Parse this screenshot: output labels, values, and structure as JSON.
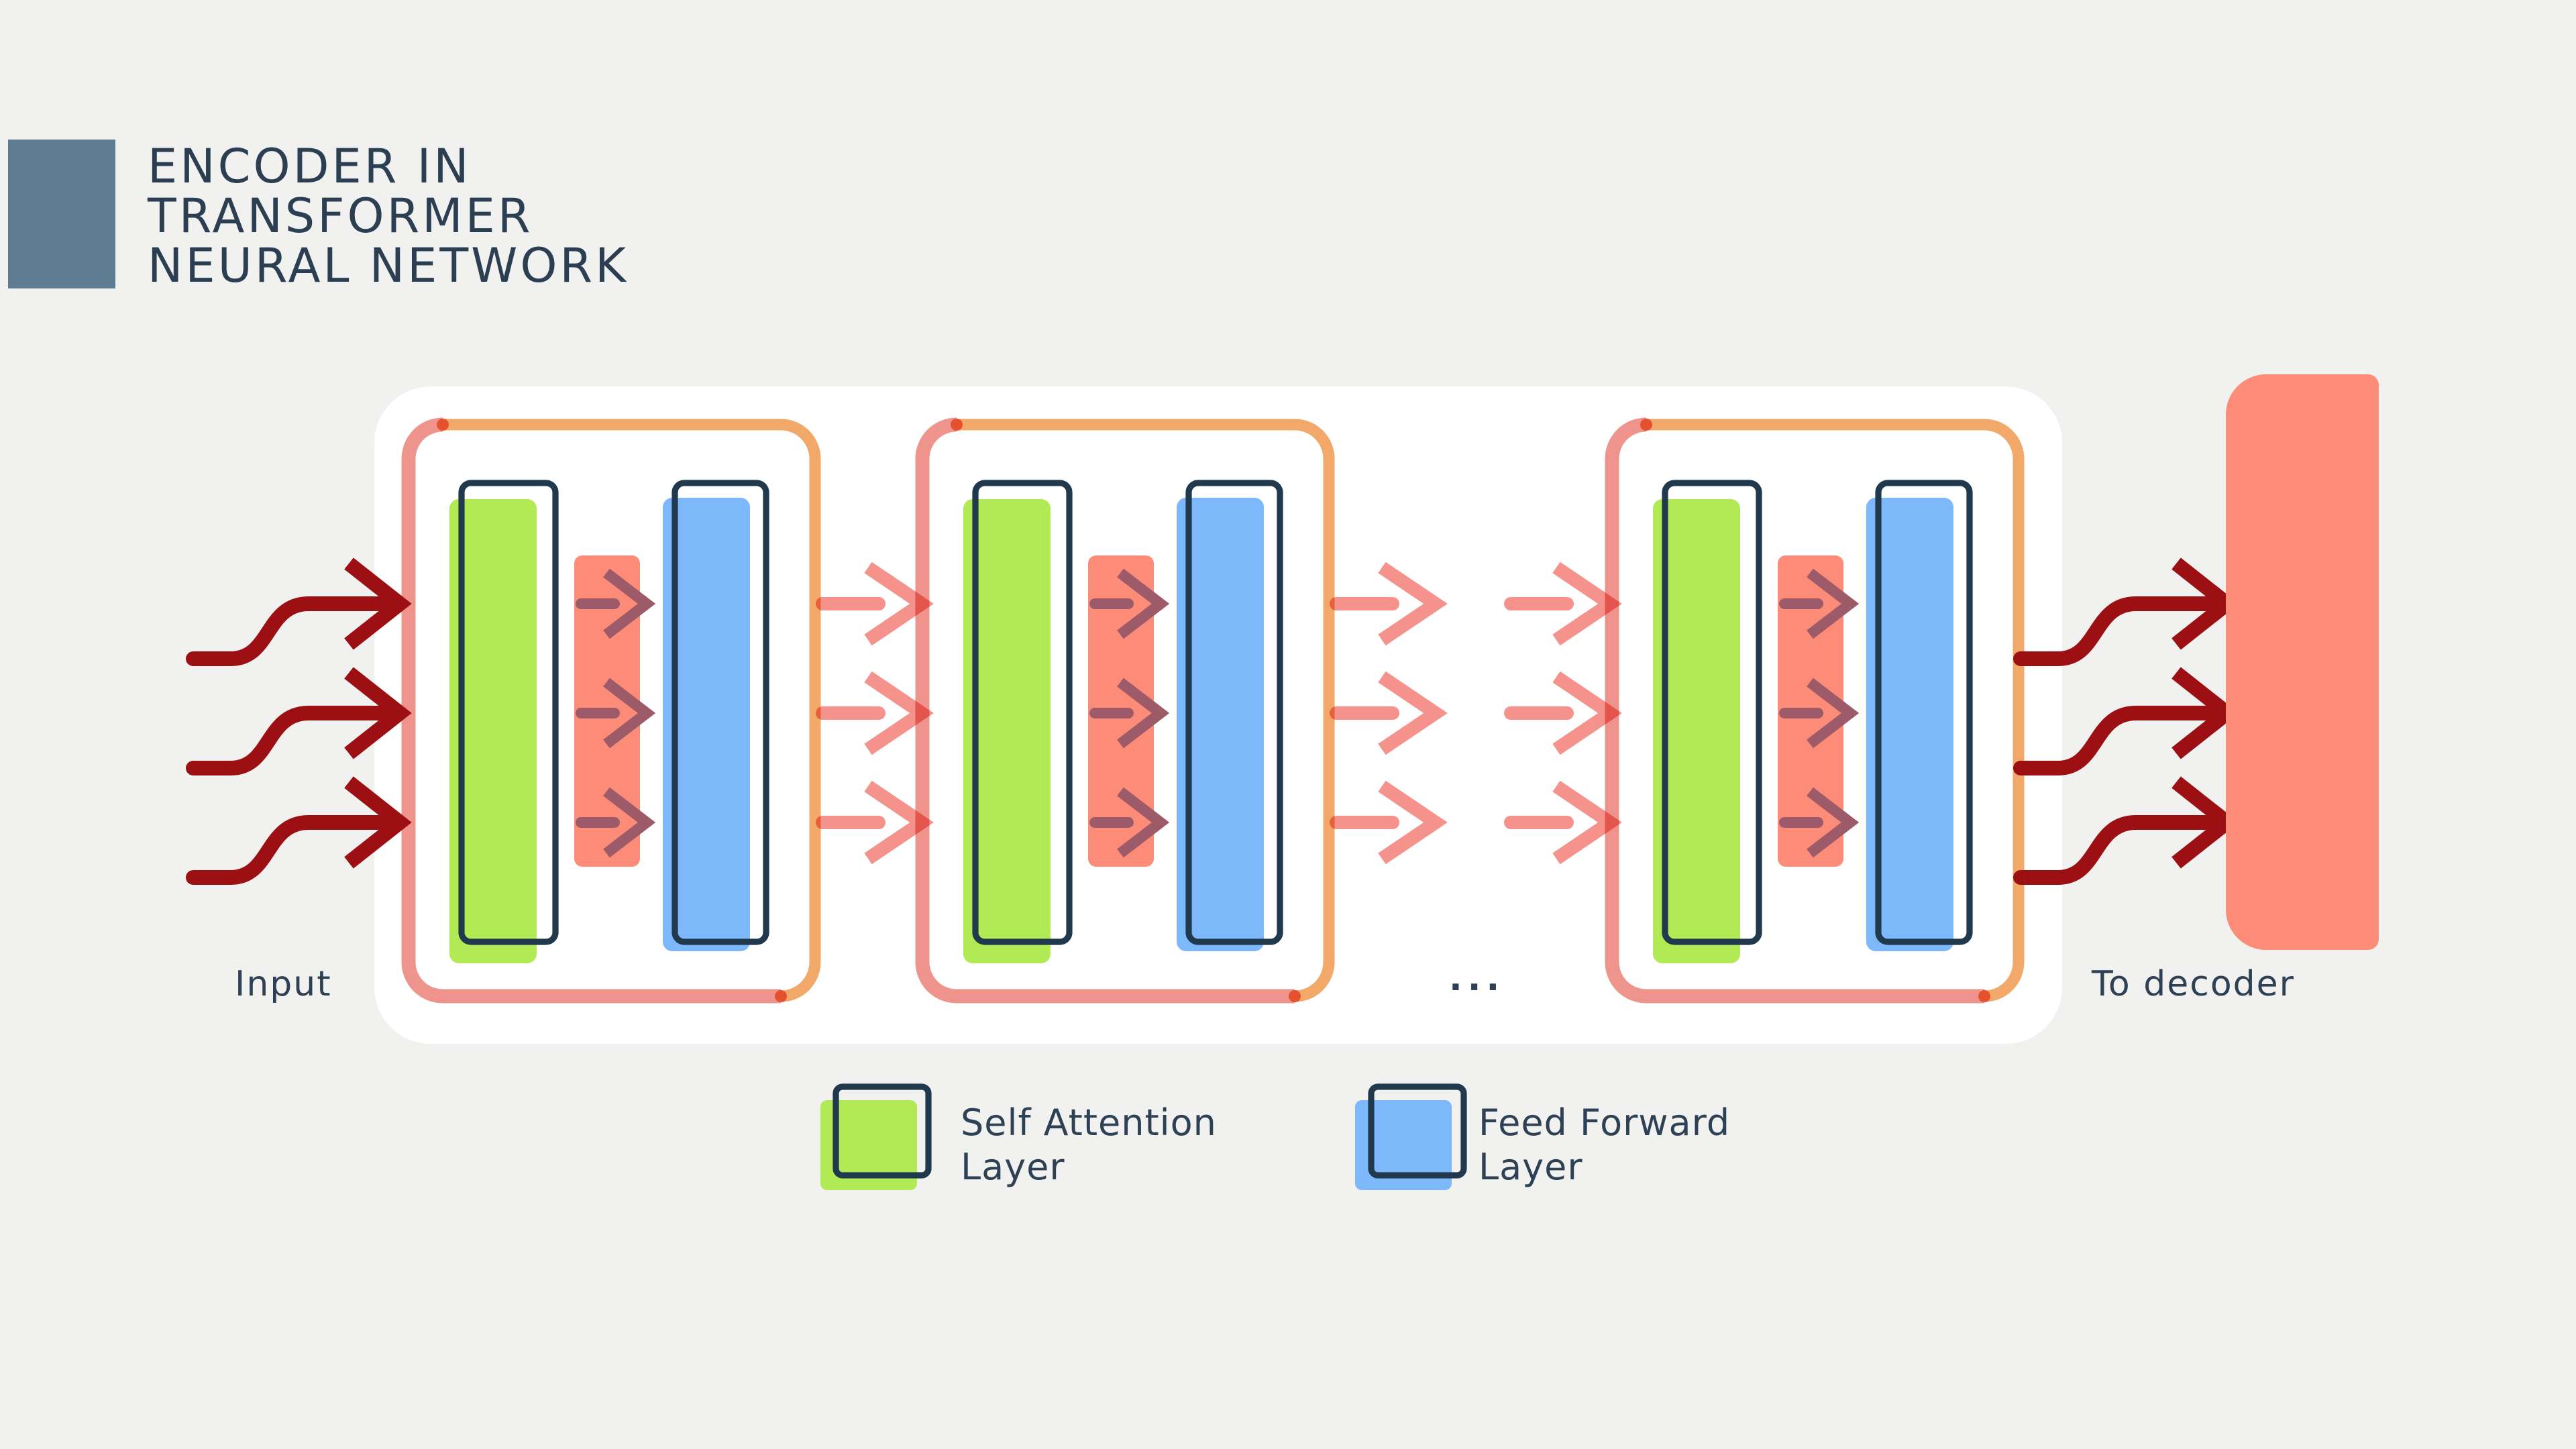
{
  "title": {
    "lines": [
      "ENCODER IN",
      "TRANSFORMER",
      "NEURAL NETWORK"
    ]
  },
  "diagram": {
    "input_label": "Input",
    "output_label": "To decoder",
    "ellipsis": "...",
    "encoder_block_count": 3,
    "arrows_per_flow": 3,
    "block_layers": [
      "Self Attention Layer",
      "Feed Forward Layer"
    ]
  },
  "legend": {
    "items": [
      {
        "line1": "Self Attention",
        "line2": "Layer",
        "color": "#b2ea55"
      },
      {
        "line1": "Feed Forward",
        "line2": "Layer",
        "color": "#7db8fa"
      }
    ]
  },
  "colors": {
    "background": "#f1f1ef",
    "canvas_white": "#ffffff",
    "title_square": "#5f7d92",
    "title_text": "#2b3e52",
    "label_text": "#2e4154",
    "self_attention_green": "#b2ea55",
    "feed_forward_blue": "#7db8fa",
    "layer_outline_navy": "#21394d",
    "salmon": "#fc8c78",
    "border_pink": "#ee948d",
    "border_orange": "#f2a869",
    "junction_dot": "#e4512e",
    "flow_arrow": "#f4928b",
    "attention_arrow": "#9d5a68",
    "io_arrow_dark_red": "#9c1014"
  }
}
